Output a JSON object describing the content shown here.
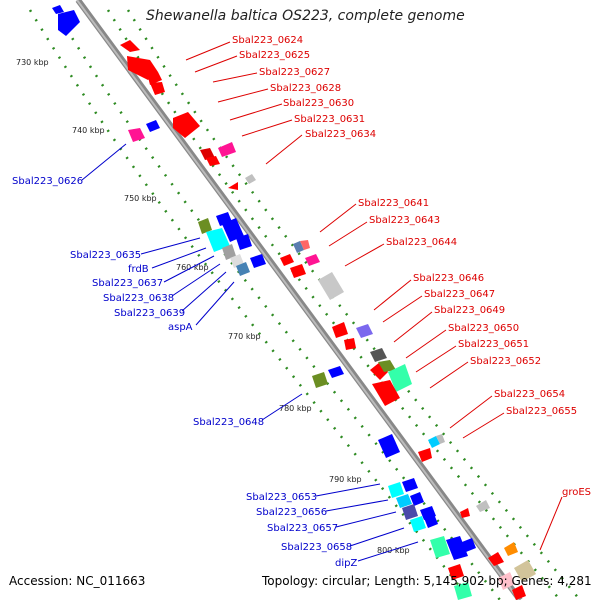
{
  "title": "Shewanella baltica OS223, complete genome",
  "footer": {
    "accession": "Accession: NC_011663",
    "topology": "Topology: circular; Length: 5,145,902 bp; Genes: 4,281"
  },
  "scale_ticks": [
    "730 kbp",
    "740 kbp",
    "750 kbp",
    "760 kbp",
    "770 kbp",
    "780 kbp",
    "790 kbp",
    "800 kbp"
  ],
  "genes_forward": [
    "Sbal223_0624",
    "Sbal223_0625",
    "Sbal223_0627",
    "Sbal223_0628",
    "Sbal223_0630",
    "Sbal223_0631",
    "Sbal223_0634",
    "Sbal223_0641",
    "Sbal223_0643",
    "Sbal223_0644",
    "Sbal223_0646",
    "Sbal223_0647",
    "Sbal223_0649",
    "Sbal223_0650",
    "Sbal223_0651",
    "Sbal223_0652",
    "Sbal223_0654",
    "Sbal223_0655",
    "groES"
  ],
  "genes_reverse": [
    "Sbal223_0626",
    "Sbal223_0635",
    "frdB",
    "Sbal223_0637",
    "Sbal223_0638",
    "Sbal223_0639",
    "aspA",
    "Sbal223_0648",
    "Sbal223_0653",
    "Sbal223_0656",
    "Sbal223_0657",
    "Sbal223_0658",
    "dipZ"
  ],
  "colors": {
    "forward_gene": "#ff0000",
    "reverse_gene": "#0000ff",
    "backbone": "#888888",
    "grid_dots": "#228b22",
    "label_forward": "#dd0000",
    "label_reverse": "#0000cc"
  }
}
